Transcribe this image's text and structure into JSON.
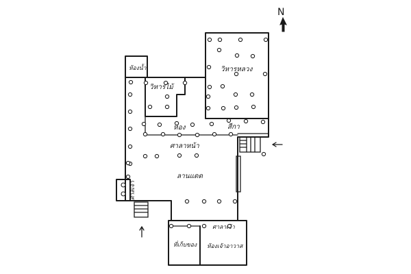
{
  "north_label": "N",
  "rooms": {
    "tiny_room_top": "ห้องน้ำ",
    "great_hall": "วิหารหลวง",
    "side_room": "วิหารไม้",
    "corridor_left": "ห้อง",
    "corridor_right": "สีกา",
    "hall_band": "ศาลาหน้า",
    "main_courtyard": "ลานแดด",
    "side_shrine": "ศาลเจ้า",
    "south_wing": "ศาลาเจ้า",
    "southwest_room": "ที่เก็บของ",
    "southeast_room": "ห้องเจ้าอาวาส"
  },
  "colors": {
    "ink": "#1a1a1a",
    "paper": "#ffffff"
  }
}
